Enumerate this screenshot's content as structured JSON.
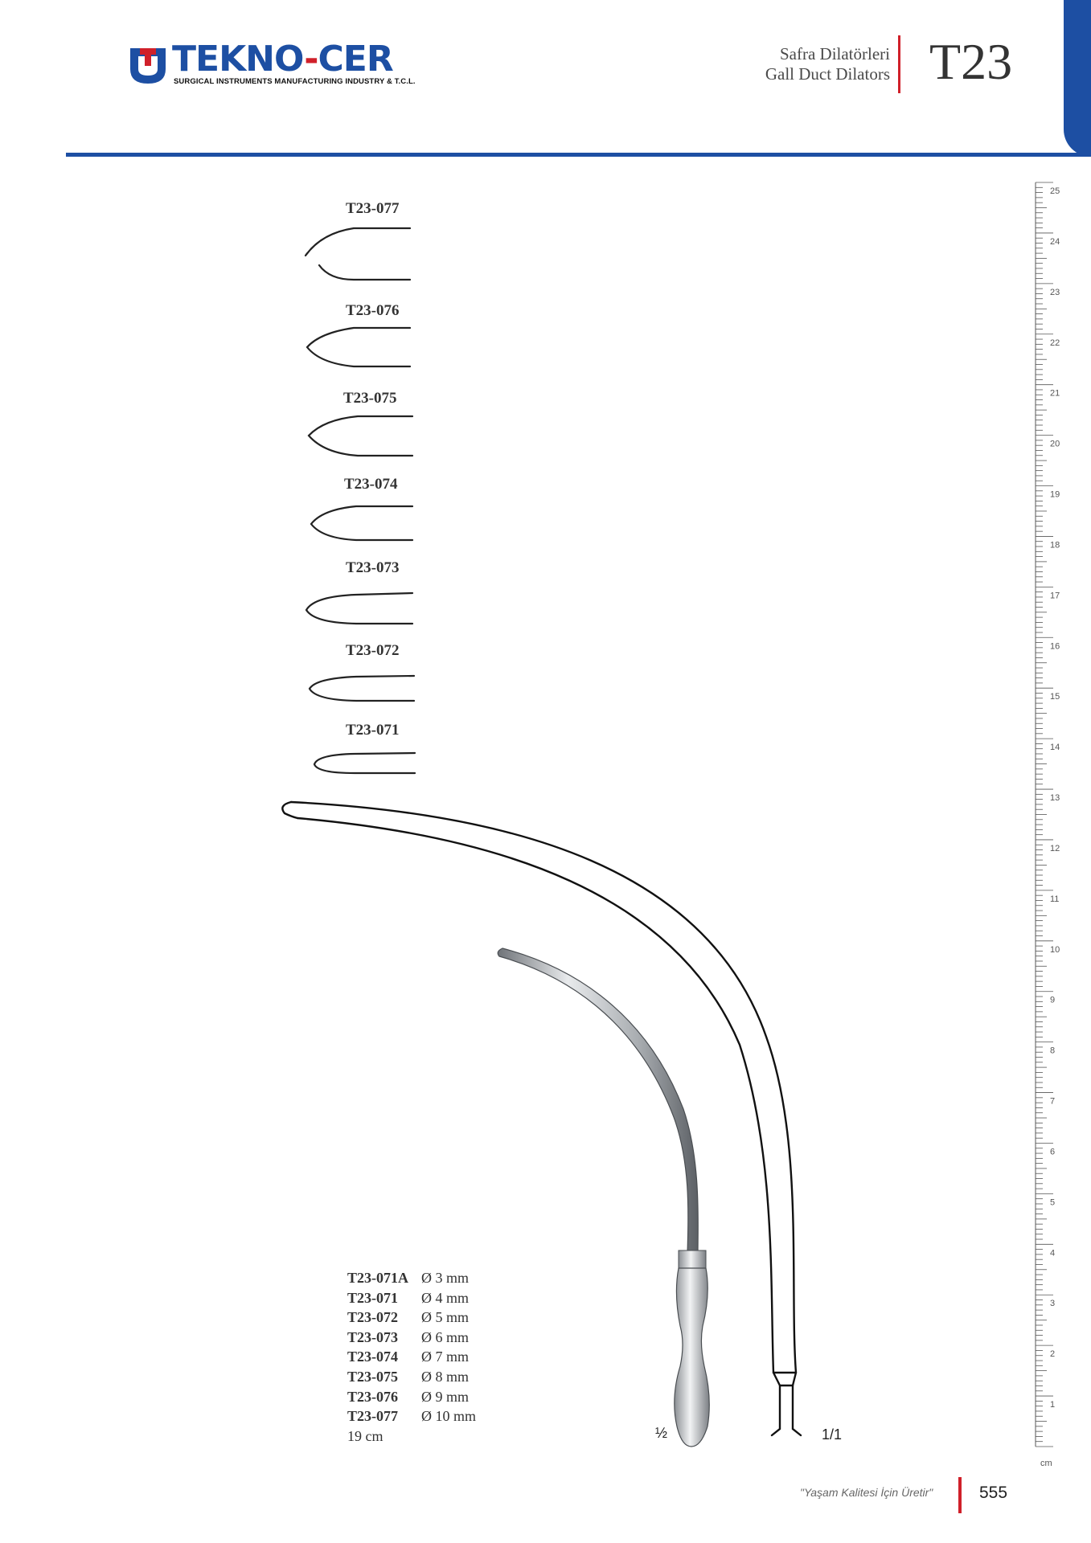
{
  "brand": {
    "name_left": "TEKNO",
    "name_dash": "-",
    "name_right": "CER",
    "tagline": "SURGICAL INSTRUMENTS MANUFACTURING INDUSTRY & T.C.L."
  },
  "header": {
    "title_tr": "Safra Dilatörleri",
    "title_en": "Gall Duct Dilators",
    "series_code": "T23"
  },
  "tip_variants": [
    {
      "code": "T23-077"
    },
    {
      "code": "T23-076"
    },
    {
      "code": "T23-075"
    },
    {
      "code": "T23-074"
    },
    {
      "code": "T23-073"
    },
    {
      "code": "T23-072"
    },
    {
      "code": "T23-071"
    }
  ],
  "specs": [
    {
      "code": "T23-071A",
      "size": "Ø  3 mm"
    },
    {
      "code": "T23-071",
      "size": "Ø  4 mm"
    },
    {
      "code": "T23-072",
      "size": "Ø  5 mm"
    },
    {
      "code": "T23-073",
      "size": "Ø  6 mm"
    },
    {
      "code": "T23-074",
      "size": "Ø  7 mm"
    },
    {
      "code": "T23-075",
      "size": "Ø  8 mm"
    },
    {
      "code": "T23-076",
      "size": "Ø  9 mm"
    },
    {
      "code": "T23-077",
      "size": "Ø 10 mm"
    }
  ],
  "length": "19 cm",
  "scales": {
    "half": "½",
    "full": "1/1"
  },
  "ruler": {
    "unit": "cm",
    "labels": [
      "1",
      "2",
      "3",
      "4",
      "5",
      "6",
      "7",
      "8",
      "9",
      "10",
      "11",
      "12",
      "13",
      "14",
      "15",
      "16",
      "17",
      "18",
      "19",
      "20",
      "21",
      "22",
      "23",
      "24",
      "25"
    ]
  },
  "footer": {
    "quote": "\"Yaşam Kalitesi İçin Üretir\"",
    "page_number": "555"
  },
  "colors": {
    "brand_blue": "#1d4fa3",
    "brand_red": "#d0202a"
  }
}
